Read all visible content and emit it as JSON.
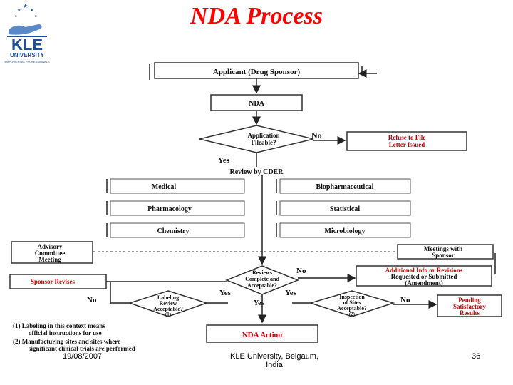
{
  "slide": {
    "title": "NDA Process",
    "footer_date": "19/08/2007",
    "footer_center": "KLE University, Belgaum, India",
    "page_number": "36"
  },
  "logo": {
    "name": "KLE",
    "sub": "UNIVERSITY",
    "tagline": "EMPOWERING PROFESSIONALS"
  },
  "flow": {
    "applicant": "Applicant (Drug Sponsor)",
    "nda": "NDA",
    "fileable": [
      "Application",
      "Fileable?"
    ],
    "no_fileable": "No",
    "refuse": [
      "Refuse to File",
      "Letter Issued"
    ],
    "yes1": "Yes",
    "review_cder": "Review by CDER",
    "disciplines": [
      "Medical",
      "Biopharmaceutical",
      "Pharmacology",
      "Statistical",
      "Chemistry",
      "Microbiology"
    ],
    "advisory": [
      "Advisory",
      "Committee",
      "Meeting"
    ],
    "meetings": [
      "Meetings with",
      "Sponsor"
    ],
    "sponsor_revises": "Sponsor Revises",
    "reviews_complete": [
      "Reviews",
      "Complete and",
      "Acceptable?"
    ],
    "no_reviews": "No",
    "additional_info": [
      "Additional Info or Revisions",
      "Requested or Submitted",
      "(Amendment)"
    ],
    "labeling": [
      "Labeling",
      "Review",
      "Acceptable?",
      "(1)"
    ],
    "no_labeling": "No",
    "yes_left": "Yes",
    "yes_right": "Yes",
    "yes_center": "Yes",
    "inspection": [
      "Inspection",
      "of Sites",
      "Acceptable?",
      "(2)"
    ],
    "no_inspection": "No",
    "pending": [
      "Pending",
      "Satisfactory",
      "Results"
    ],
    "nda_action": "NDA Action",
    "notes": [
      "(1) Labeling in this context means",
      "official instructions for use",
      "(2) Manufacturing sites and sites where",
      "significant clinical trials are performed"
    ]
  }
}
